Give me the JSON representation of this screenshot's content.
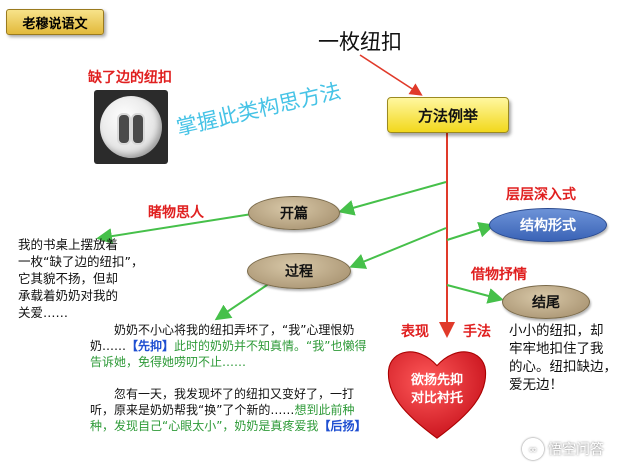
{
  "badge": "老穆说语文",
  "title": "一枚纽扣",
  "button_caption": "缺了边的纽扣",
  "method_box": "方法例举",
  "watermark_text": "掌握此类构思方法",
  "nodes": {
    "open": "开篇",
    "process": "过程",
    "end": "结尾",
    "structure": "结构形式"
  },
  "labels": {
    "look": "睹物思人",
    "layered": "层层深入式",
    "borrow": "借物抒情",
    "express": "表现",
    "technique": "手法"
  },
  "heart": {
    "line1": "欲扬先抑",
    "line2": "对比衬托"
  },
  "open_text": [
    "我的书桌上摆放着",
    "一枚“缺了边的纽扣”，",
    "它其貌不扬，但却",
    "承载着奶奶对我的",
    "关爱……"
  ],
  "end_text": [
    "小小的纽扣，却",
    "牢牢地扣住了我",
    "的心。纽扣缺边，",
    "爱无边！"
  ],
  "process_para1": {
    "text": "奶奶不小心将我的纽扣弄坏了，“我”心理恨奶奶……",
    "tag": "【先抑】",
    "green": "此时的奶奶并不知真情。“我”也懒得告诉她，免得她唠叨不止……"
  },
  "process_para2": {
    "text": "忽有一天，我发现坏了的纽扣又变好了，一打听，原来是奶奶帮我“换”了个新的……",
    "green": "想到此前种种，发现自己“心眼太小”，奶奶是真疼爱我",
    "tag": "【后扬】"
  },
  "brand": "悟空问答",
  "colors": {
    "arrow_green": "#46c04a",
    "arrow_red": "#e03a2a",
    "heart": "#e0202c",
    "structure_blue": "#4a74c8"
  }
}
